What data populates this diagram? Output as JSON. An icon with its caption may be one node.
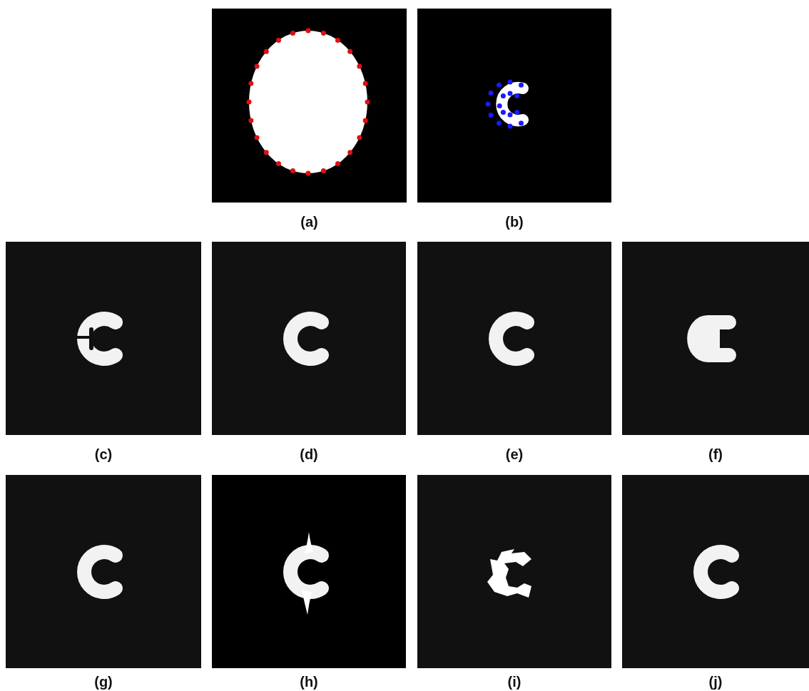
{
  "diagram": {
    "labels": [
      "(a)",
      "(b)",
      "(c)",
      "(d)",
      "(e)",
      "(f)",
      "(g)",
      "(h)",
      "(i)",
      "(j)"
    ]
  }
}
